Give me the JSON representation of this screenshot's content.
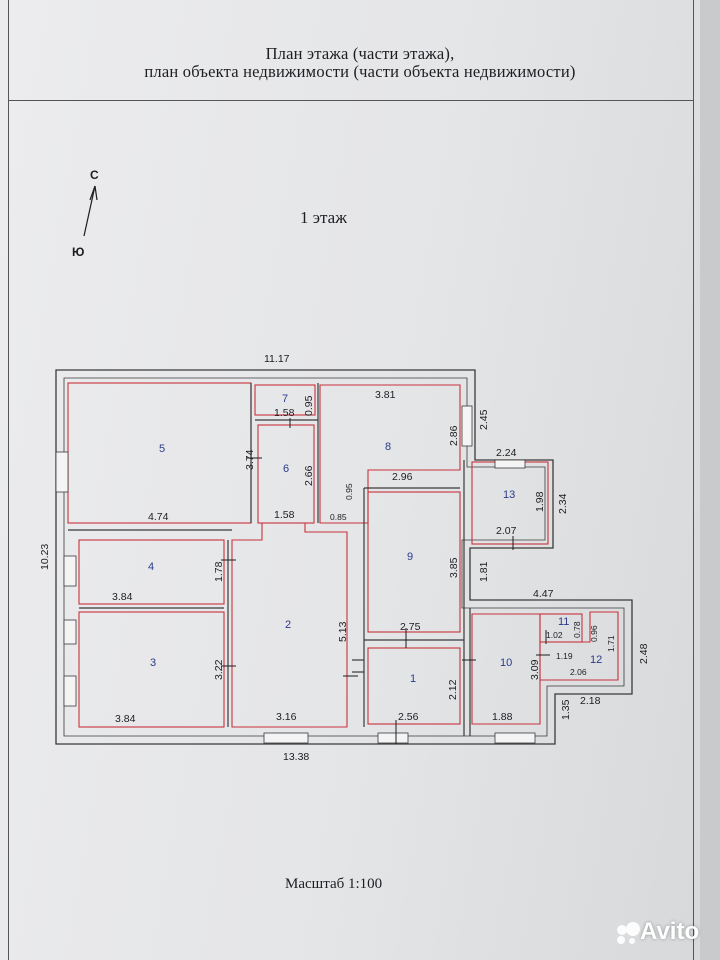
{
  "header": {
    "title_line1": "План этажа (части этажа),",
    "title_line2": "план объекта недвижимости (части объекта недвижимости)"
  },
  "floor_label": "1 этаж",
  "scale_label": "Масштаб  1:100",
  "compass": {
    "north": "С",
    "south": "Ю"
  },
  "watermark": "Avito",
  "colors": {
    "wall": "#3a3a3a",
    "room_outline": "#c8323c",
    "room_number": "#2b3a8a"
  },
  "rooms": [
    {
      "id": "1",
      "dims": [
        "2.56",
        "2.12"
      ]
    },
    {
      "id": "2",
      "dims": [
        "3.16",
        "5.13"
      ]
    },
    {
      "id": "3",
      "dims": [
        "3.84",
        "3.22"
      ]
    },
    {
      "id": "4",
      "dims": [
        "3.84",
        "1.78"
      ]
    },
    {
      "id": "5",
      "dims": [
        "4.74",
        "3.74"
      ]
    },
    {
      "id": "6",
      "dims": [
        "1.58",
        "2.66"
      ]
    },
    {
      "id": "7",
      "dims": [
        "1.58",
        "0.95"
      ]
    },
    {
      "id": "8",
      "dims": [
        "3.81",
        "2.86",
        "2.96",
        "0.95",
        "0.85"
      ]
    },
    {
      "id": "9",
      "dims": [
        "2.75",
        "3.85"
      ]
    },
    {
      "id": "10",
      "dims": [
        "1.88",
        "3.09"
      ]
    },
    {
      "id": "11",
      "dims": [
        "1.02",
        "0.78"
      ]
    },
    {
      "id": "12",
      "dims": [
        "1.19",
        "0.96",
        "2.06"
      ]
    },
    {
      "id": "13",
      "dims": [
        "2.24",
        "1.98",
        "2.07"
      ]
    }
  ],
  "outer_dims": [
    "11.17",
    "10.23",
    "13.38",
    "2.45",
    "2.34",
    "1.81",
    "4.47",
    "2.48",
    "1.71",
    "1.35",
    "2.18"
  ]
}
